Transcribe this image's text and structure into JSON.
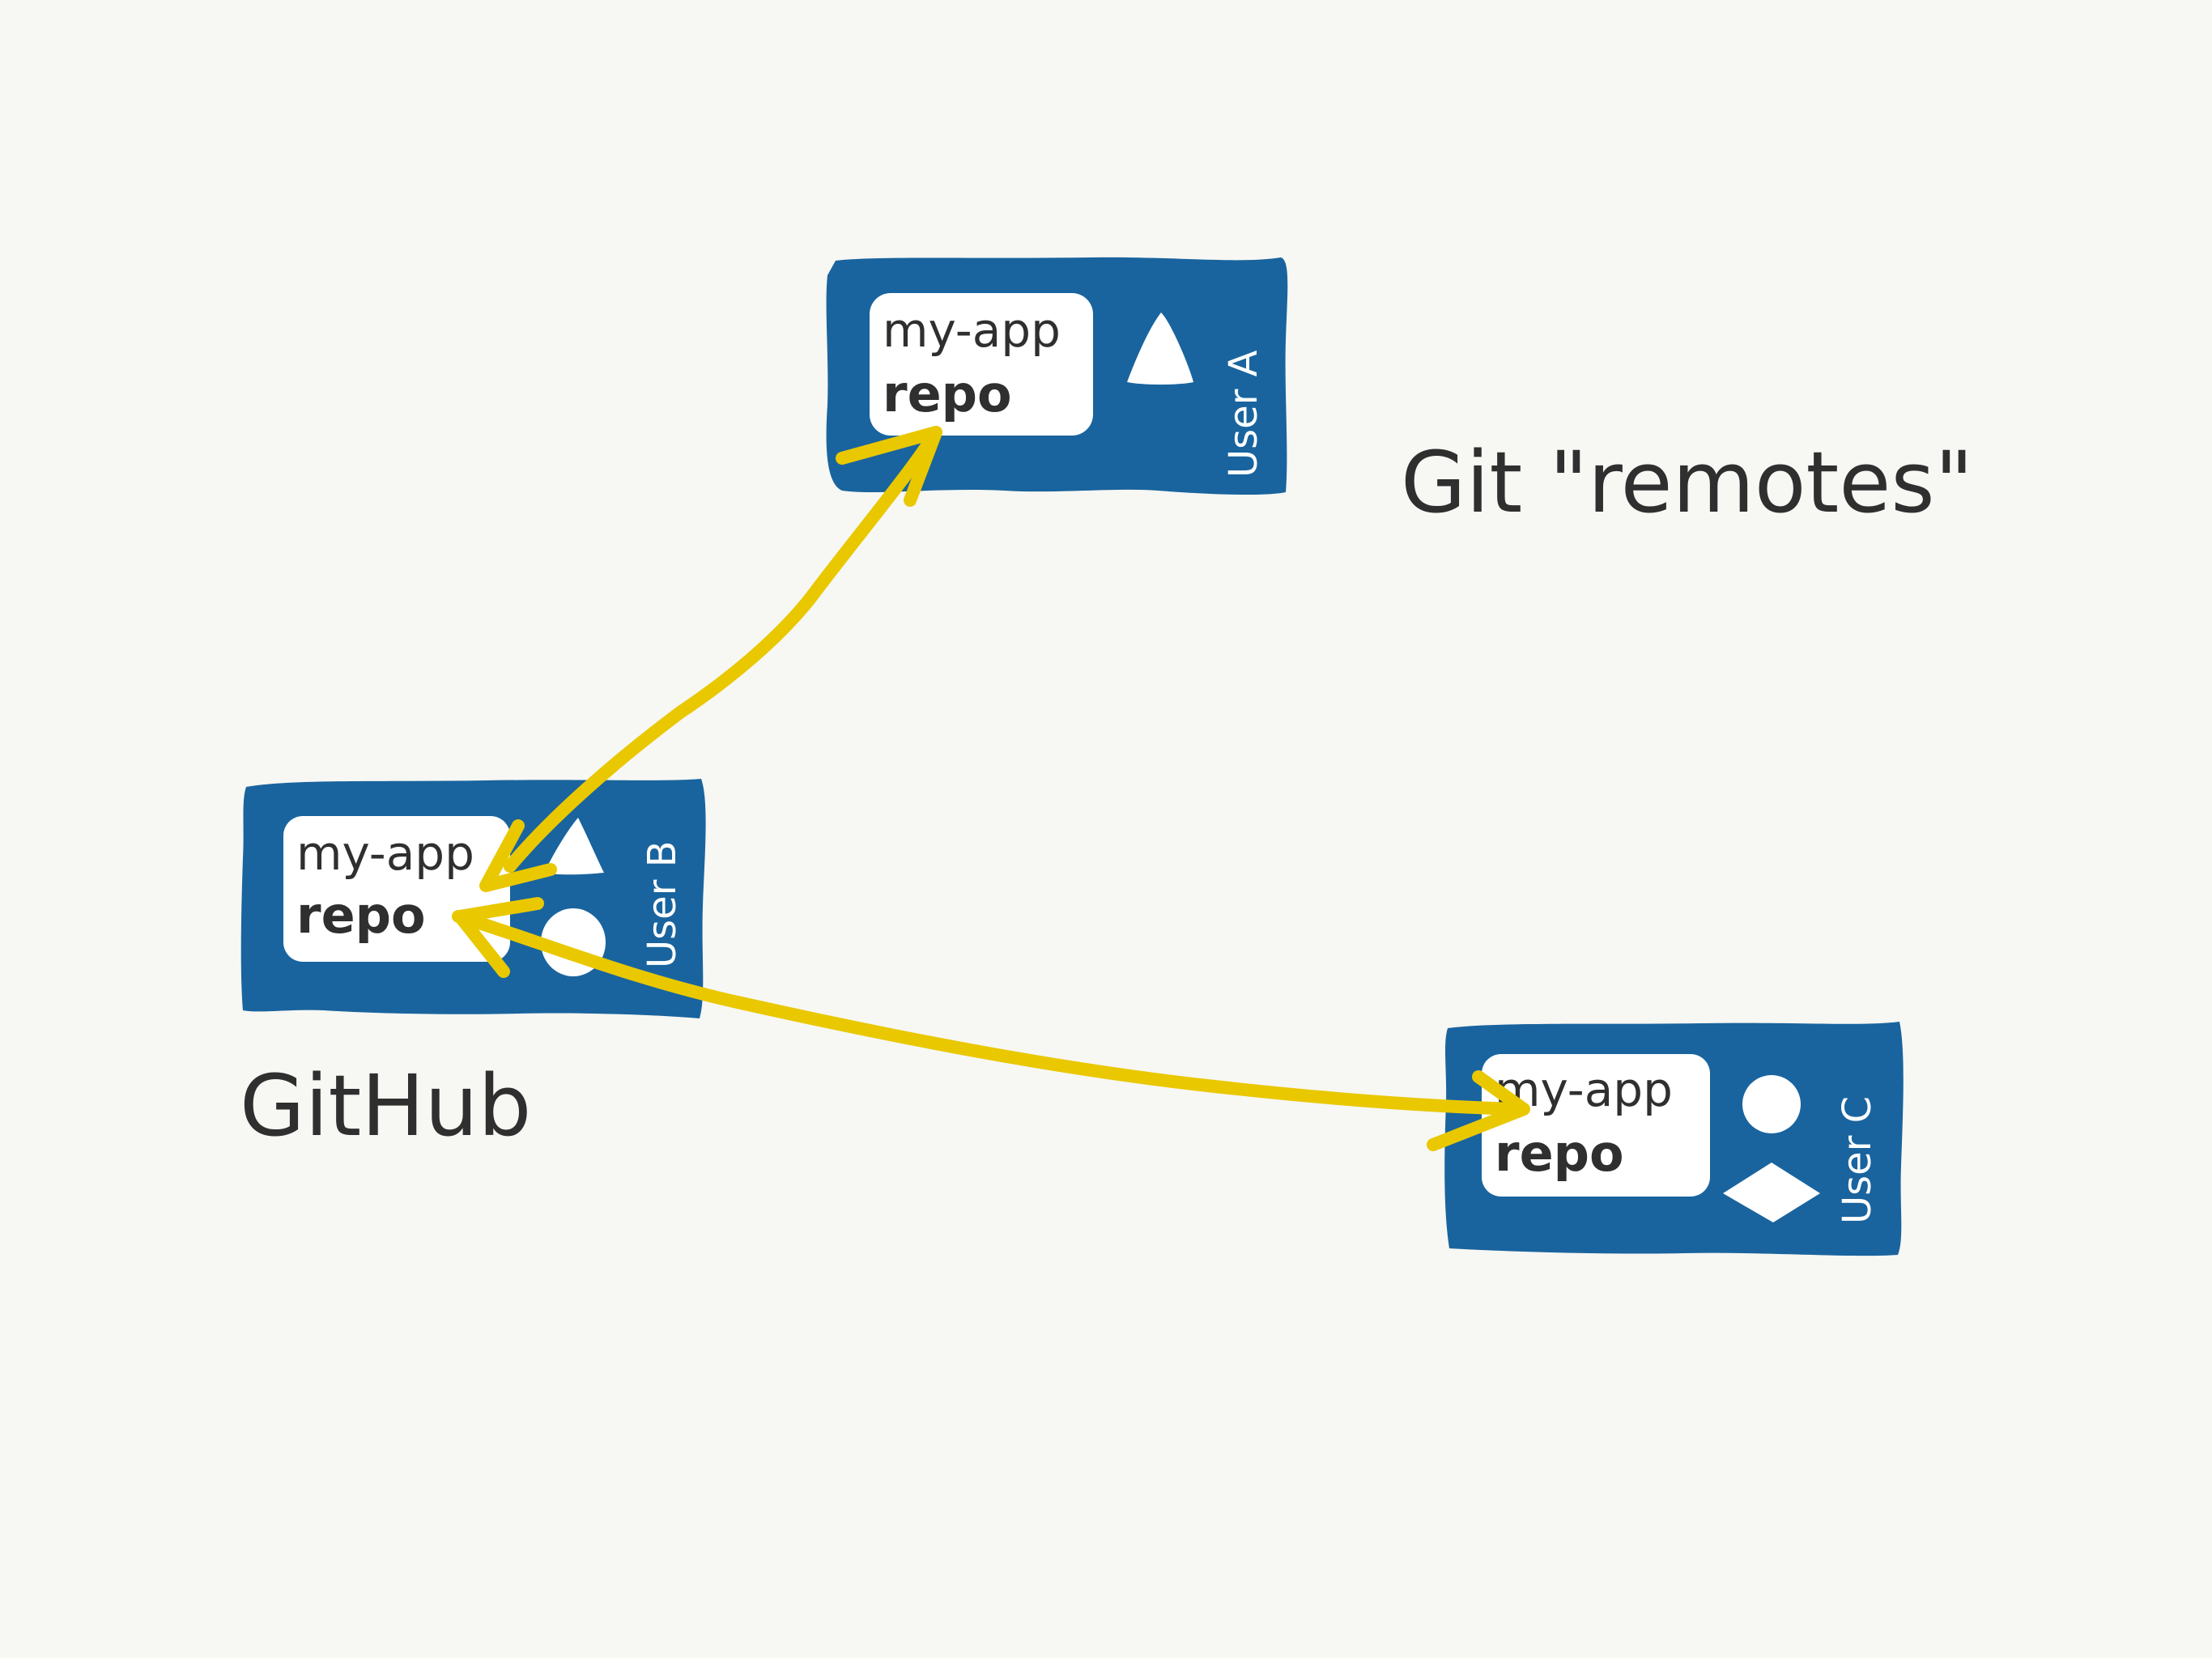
{
  "colors": {
    "background": "#f7f7f3",
    "box": "#19649e",
    "card": "#ffffff",
    "ink": "#2f2f2f",
    "arrow": "#e9c800"
  },
  "title": "Git \"remotes\"",
  "github_label": "GitHub",
  "nodes": {
    "user_a": {
      "repo_line1": "my-app",
      "repo_line2": "repo",
      "user_label": "User A",
      "shapes": [
        "triangle-icon"
      ]
    },
    "user_b": {
      "repo_line1": "my-app",
      "repo_line2": "repo",
      "user_label": "User B",
      "shapes": [
        "triangle-icon",
        "circle-icon"
      ]
    },
    "user_c": {
      "repo_line1": "my-app",
      "repo_line2": "repo",
      "user_label": "User C",
      "shapes": [
        "circle-icon",
        "diamond-icon"
      ]
    }
  },
  "edges": [
    {
      "from": "user_b",
      "to": "user_a",
      "direction": "both"
    },
    {
      "from": "user_b",
      "to": "user_c",
      "direction": "both"
    }
  ]
}
